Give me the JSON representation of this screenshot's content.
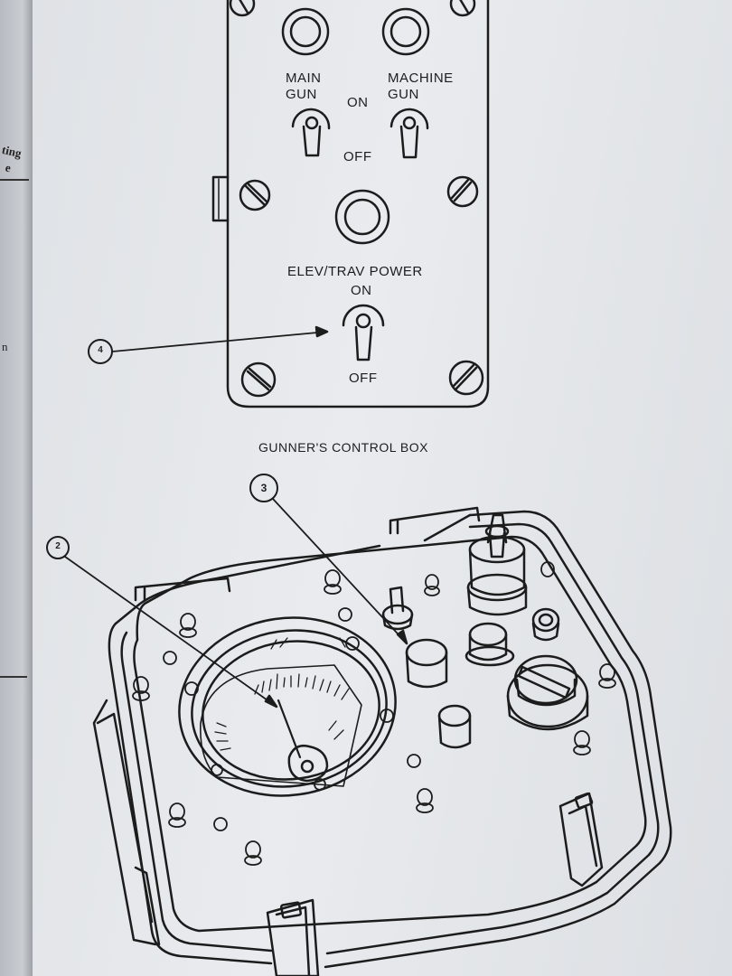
{
  "margin_fragments": [
    "ting",
    "e",
    "n"
  ],
  "control_box": {
    "label_main_gun": "MAIN GUN",
    "label_machine_gun": "MACHINE GUN",
    "label_on_top": "ON",
    "label_off_top": "OFF",
    "label_elev_trav": "ELEV/TRAV POWER",
    "label_on_bottom": "ON",
    "label_off_bottom": "OFF"
  },
  "caption": "GUNNER'S CONTROL BOX",
  "callouts": [
    "4",
    "3",
    "2"
  ],
  "colors": {
    "line": "#1c1c1c",
    "paper": "#e6e8eb"
  }
}
